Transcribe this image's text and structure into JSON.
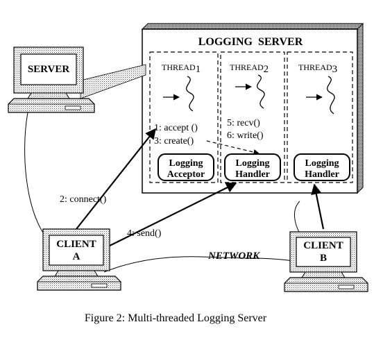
{
  "server_box": {
    "title": "LOGGING  SERVER"
  },
  "threads": [
    {
      "label": "THREAD",
      "sub": "1",
      "op1": "1: accept ()",
      "op2": "3: create()",
      "component_line1": "Logging",
      "component_line2": "Acceptor"
    },
    {
      "label": "THREAD",
      "sub": "2",
      "op1": "5: recv()",
      "op2": "6: write()",
      "component_line1": "Logging",
      "component_line2": "Handler"
    },
    {
      "label": "THREAD",
      "sub": "3",
      "op1": "",
      "op2": "",
      "component_line1": "Logging",
      "component_line2": "Handler"
    }
  ],
  "computers": {
    "server": {
      "line1": "SERVER",
      "line2": ""
    },
    "client_a": {
      "line1": "CLIENT",
      "line2": "A"
    },
    "client_b": {
      "line1": "CLIENT",
      "line2": "B"
    }
  },
  "edge_labels": {
    "connect": "2: connect()",
    "send": "4: send()",
    "network": "NETWORK"
  },
  "caption": "Figure 2: Multi-threaded Logging Server"
}
